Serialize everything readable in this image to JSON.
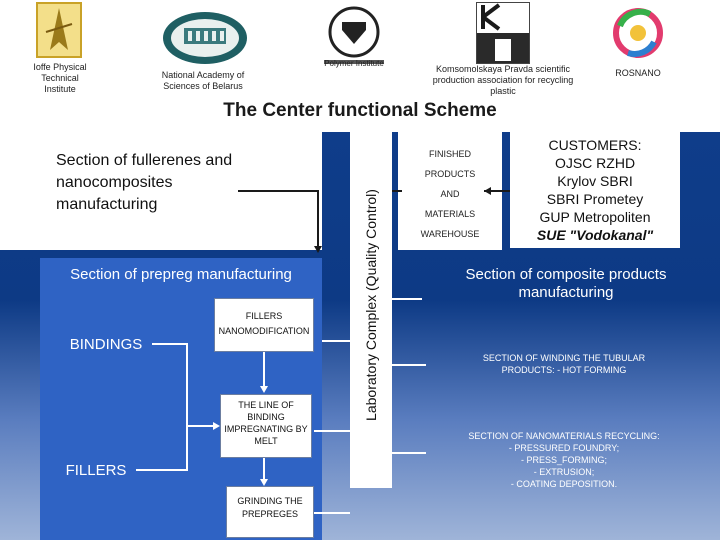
{
  "header": {
    "orgs": [
      {
        "name": "Ioffe Physical Technical Institute",
        "icon": "ioffe-logo-icon"
      },
      {
        "name": "National Academy of Sciences of Belarus",
        "icon": "nasb-logo-icon"
      },
      {
        "name": "Polymer Institute",
        "icon": "polymer-institute-logo-icon"
      },
      {
        "name": "Komsomolskaya Pravda scientific production association for recycling plastic",
        "icon": "kp-logo-icon"
      },
      {
        "name": "ROSNANO",
        "icon": "rosnano-logo-icon"
      }
    ],
    "title": "The Center functional Scheme"
  },
  "left": {
    "fullerenes": "Section of fullerenes and nanocomposites manufacturing",
    "prepreg": "Section of prepreg manufacturing",
    "bindings": "BINDINGS",
    "fillers": "FILLERS",
    "fillers_nano_1": "FILLERS",
    "fillers_nano_2": "NANOMODIFICATION",
    "impregnating": "THE LINE OF BINDING IMPREGNATING BY MELT",
    "grinding": "GRINDING THE PREPREGES"
  },
  "lab": "Laboratory Complex (Quality Control)",
  "right": {
    "warehouse": [
      "FINISHED",
      "PRODUCTS",
      "AND",
      "MATERIALS",
      "WAREHOUSE"
    ],
    "customers": [
      "CUSTOMERS:",
      "OJSC RZHD",
      "Krylov SBRI",
      "SBRI Prometey",
      "GUP Metropoliten"
    ],
    "customers_last": "SUE \"Vodokanal\"",
    "composite": "Section of composite products manufacturing",
    "winding": "SECTION OF WINDING THE TUBULAR PRODUCTS: - HOT FORMING",
    "recycling": [
      "SECTION OF NANOMATERIALS RECYCLING:",
      "- PRESSURED FOUNDRY;",
      "- PRESS_FORMING;",
      "- EXTRUSION;",
      "- COATING DEPOSITION."
    ]
  },
  "colors": {
    "panel": "#2f63c4",
    "background": "#0f3d8a"
  }
}
